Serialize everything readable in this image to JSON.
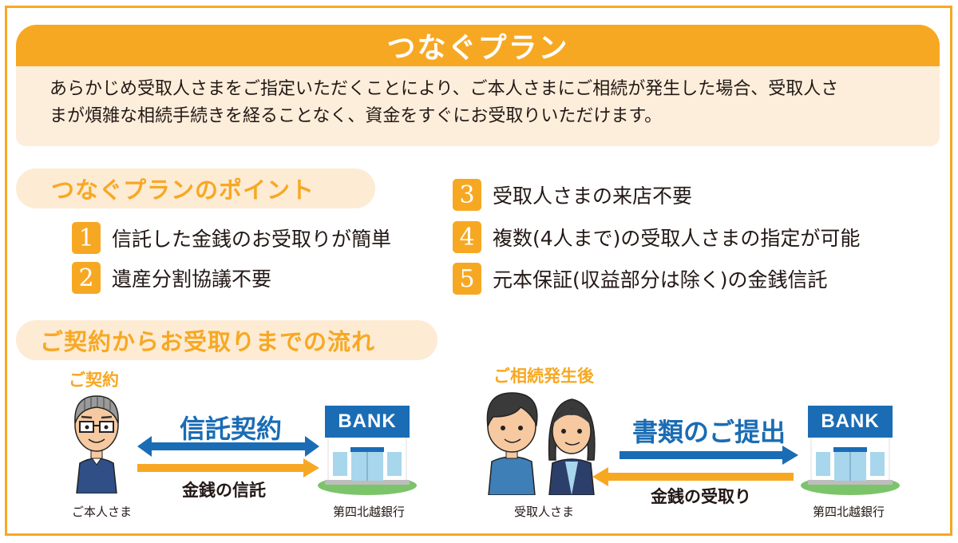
{
  "header": {
    "title": "つなぐプラン",
    "intro_line1": "あらかじめ受取人さまをご指定いただくことにより、ご本人さまにご相続が発生した場合、受取人さ",
    "intro_line2": "まが煩雑な相続手続きを経ることなく、資金をすぐにお受取りいただけます。"
  },
  "points": {
    "heading": "つなぐプランのポイント",
    "items": [
      {
        "num": "1",
        "text": "信託した金銭のお受取りが簡単"
      },
      {
        "num": "2",
        "text": "遺産分割協議不要"
      },
      {
        "num": "3",
        "text": "受取人さまの来店不要"
      },
      {
        "num": "4",
        "text": "複数(4人まで)の受取人さまの指定が可能"
      },
      {
        "num": "5",
        "text": "元本保証(収益部分は除く)の金銭信託"
      }
    ]
  },
  "flow": {
    "heading": "ご契約からお受取りまでの流れ",
    "contract": {
      "label": "ご契約",
      "person_caption": "ご本人さま",
      "top_arrow_label": "信託契約",
      "bottom_arrow_label": "金銭の信託",
      "bank_sign": "BANK",
      "bank_caption": "第四北越銀行"
    },
    "after": {
      "label": "ご相続発生後",
      "person_caption": "受取人さま",
      "top_arrow_label": "書類のご提出",
      "bottom_arrow_label": "金銭の受取り",
      "bank_sign": "BANK",
      "bank_caption": "第四北越銀行"
    }
  },
  "colors": {
    "accent_orange": "#f7a823",
    "light_orange": "#fdeedb",
    "bank_blue": "#1a6cb5",
    "text": "#231815"
  }
}
